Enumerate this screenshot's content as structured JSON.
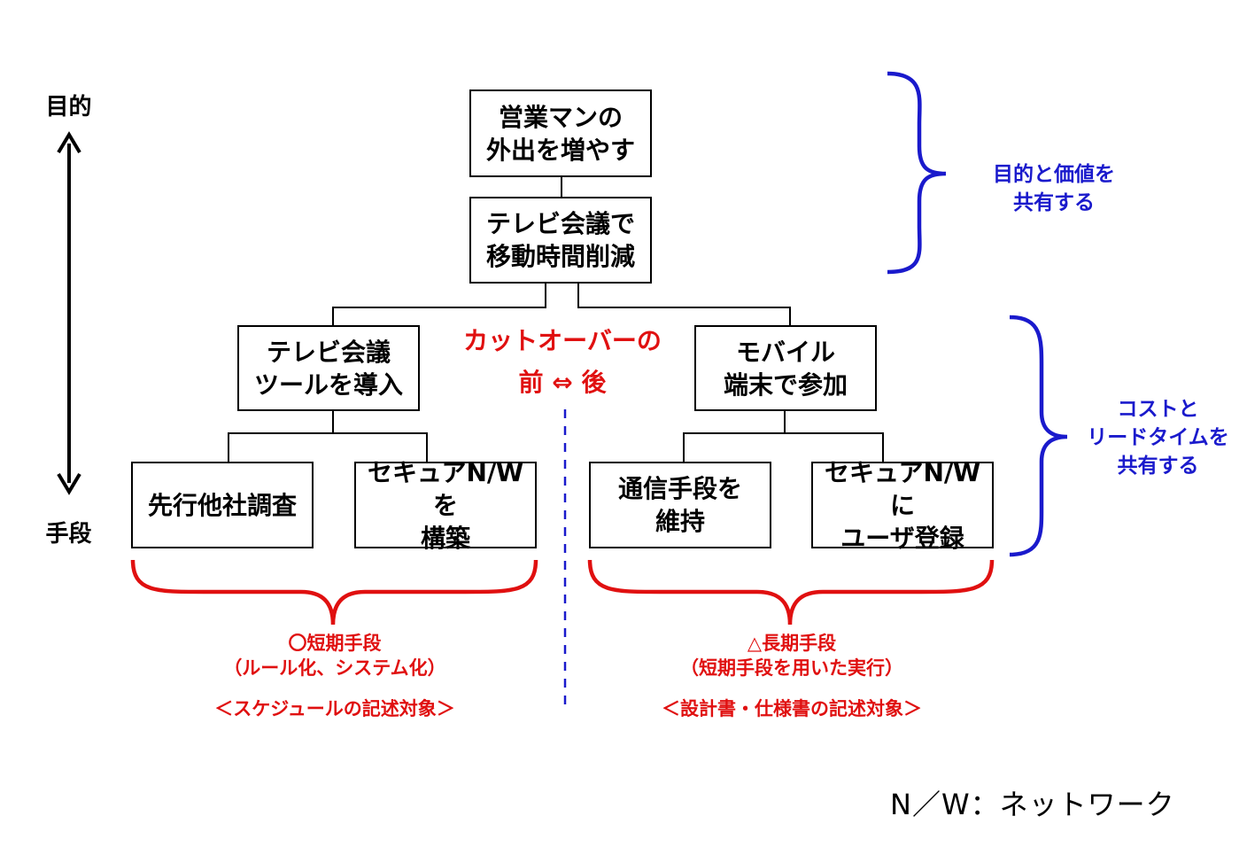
{
  "axis": {
    "top_label": "目的",
    "bottom_label": "手段"
  },
  "nodes": {
    "root": "営業マンの\n外出を増やす",
    "level2": "テレビ会議で\n移動時間削減",
    "left_mid": "テレビ会議\nツールを導入",
    "right_mid": "モバイル\n端末で参加",
    "leaf1": "先行他社調査",
    "leaf2": "セキュアN/Wを\n構築",
    "leaf3": "通信手段を\n維持",
    "leaf4": "セキュアN/Wに\nユーザ登録"
  },
  "cutover": {
    "line1": "カットオーバーの",
    "line2": "前 ⇔ 後"
  },
  "braces": {
    "top_right_label": "目的と価値を\n共有する",
    "mid_right_label": "コストと\nリードタイムを\n共有する"
  },
  "short_term": {
    "title": "〇短期手段",
    "detail": "（ルール化、システム化）",
    "scope": "＜スケジュールの記述対象＞"
  },
  "long_term": {
    "title": "△長期手段",
    "detail": "（短期手段を用いた実行）",
    "scope": "＜設計書・仕様書の記述対象＞"
  },
  "footnote": "N／W：ネットワーク",
  "colors": {
    "red": "#e01010",
    "blue": "#1a1acc",
    "black": "#000000"
  }
}
